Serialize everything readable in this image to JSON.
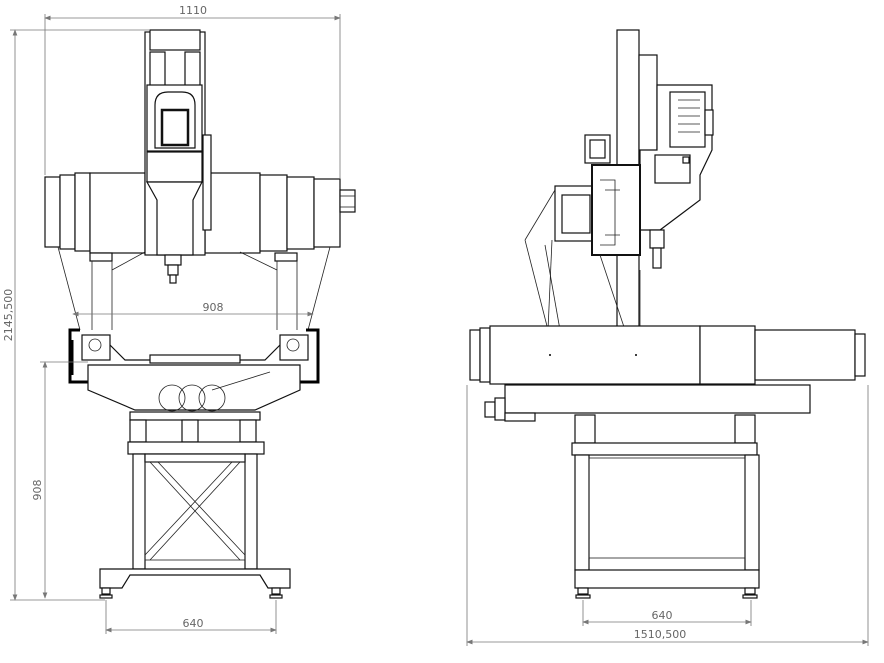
{
  "drawing": {
    "front_view": {
      "overall_width": "1110",
      "overall_height": "2145,500",
      "gantry_span": "908",
      "table_height": "908",
      "foot_spacing": "640"
    },
    "side_view": {
      "foot_spacing": "640",
      "overall_length": "1510,500"
    }
  }
}
